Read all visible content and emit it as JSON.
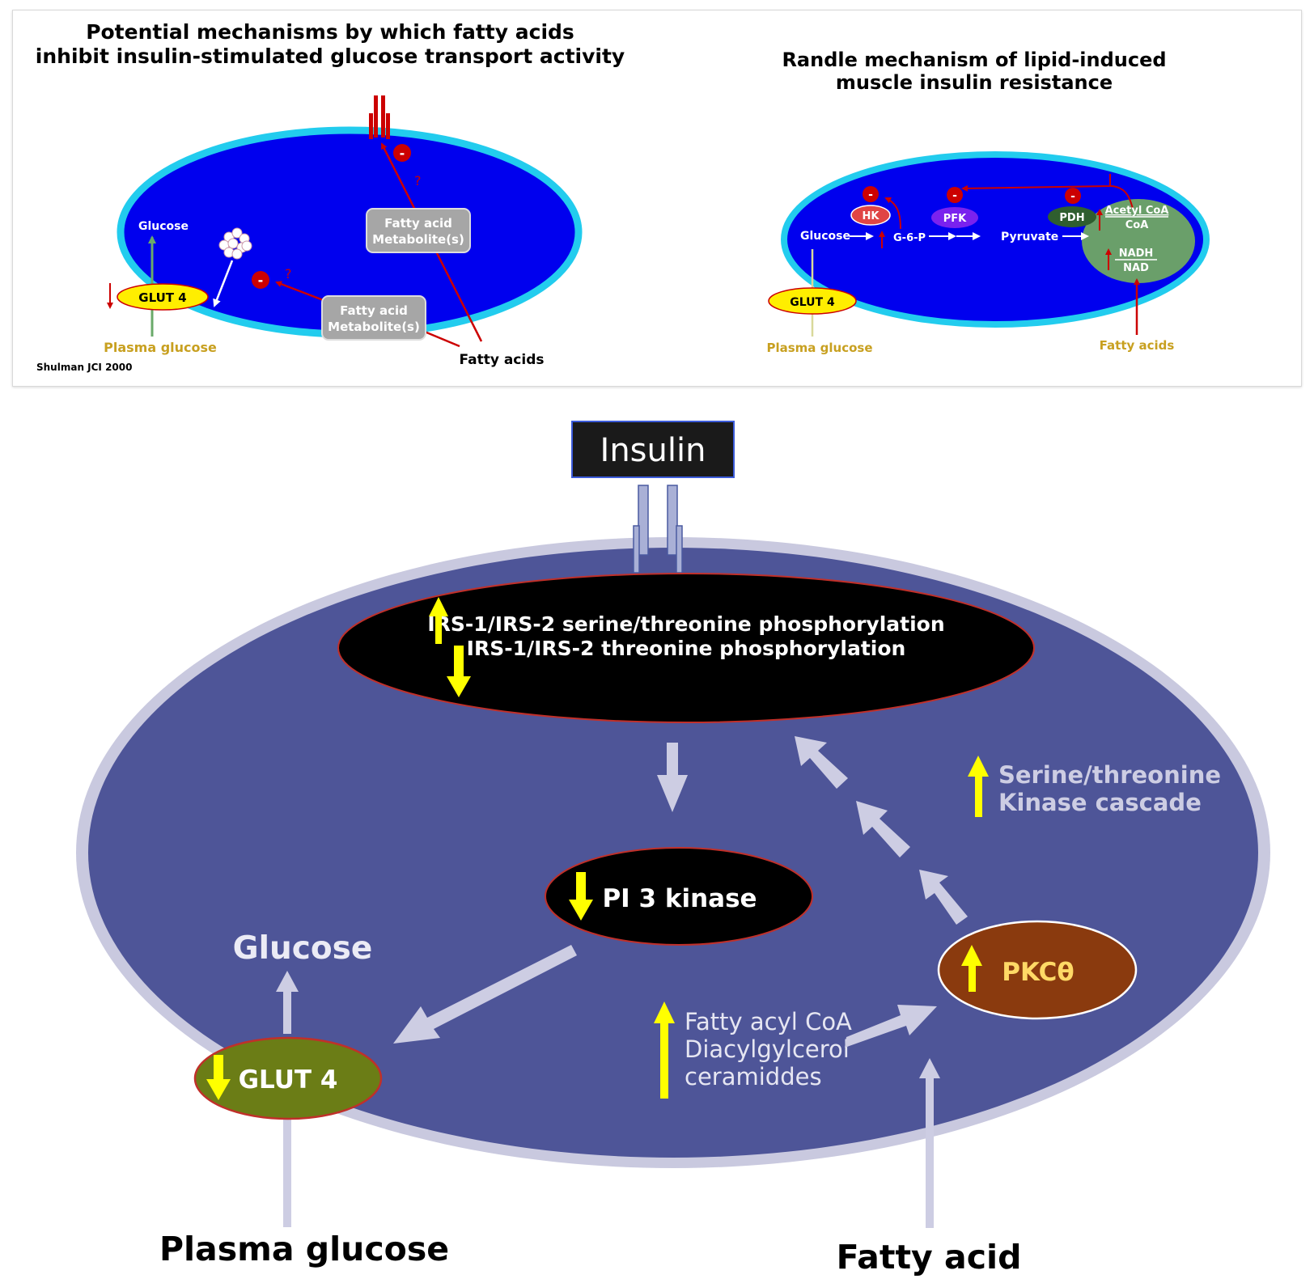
{
  "top_left": {
    "title_line1": "Potential mechanisms by which fatty acids",
    "title_line2": "inhibit insulin-stimulated glucose transport activity",
    "glucose": "Glucose",
    "glut4": "GLUT 4",
    "plasma_glucose": "Plasma glucose",
    "metabolite_upper_line1": "Fatty acid",
    "metabolite_upper_line2": "Metabolite(s)",
    "metabolite_lower_line1": "Fatty acid",
    "metabolite_lower_line2": "Metabolite(s)",
    "question_mark": "?",
    "inhibit_sign": "-",
    "fatty_acids": "Fatty acids",
    "citation": "Shulman  JCI 2000"
  },
  "top_right": {
    "title_line1": "Randle mechanism of lipid-induced",
    "title_line2": "muscle insulin resistance",
    "glucose": "Glucose",
    "hk": "HK",
    "g6p": "G-6-P",
    "pfk": "PFK",
    "pyruvate": "Pyruvate",
    "pdh": "PDH",
    "acetyl_coa": "Acetyl CoA",
    "coa": "CoA",
    "nadh": "NADH",
    "nad": "NAD",
    "glut4": "GLUT 4",
    "plasma_glucose": "Plasma glucose",
    "fatty_acids": "Fatty acids",
    "inhibit_sign": "-"
  },
  "bottom": {
    "insulin": "Insulin",
    "irs_line1": "IRS-1/IRS-2 serine/threonine phosphorylation",
    "irs_line2": "IRS-1/IRS-2 threonine phosphorylation",
    "pi3k": "PI 3 kinase",
    "kinase_line1": "Serine/threonine",
    "kinase_line2": "Kinase cascade",
    "pkc": "PKCθ",
    "lipid_line1": "Fatty acyl CoA",
    "lipid_line2": "Diacylgylcerol",
    "lipid_line3": "ceramiddes",
    "glucose": "Glucose",
    "glut4": "GLUT 4",
    "plasma_glucose": "Plasma glucose",
    "fatty_acid": "Fatty acid"
  },
  "colors": {
    "cell_blue": "#0000ee",
    "cell_border": "#22ccee",
    "inhibit_red": "#cc0000",
    "glut4_yellow": "#ffee00",
    "bottom_cell": "#4e5598",
    "bottom_membrane": "#c9c9df",
    "arrow_lavender": "#cdcde3",
    "indicator_yellow": "#ffff00",
    "pkc_brown": "#8a3a0e",
    "glut4_green": "#6b7d16"
  }
}
